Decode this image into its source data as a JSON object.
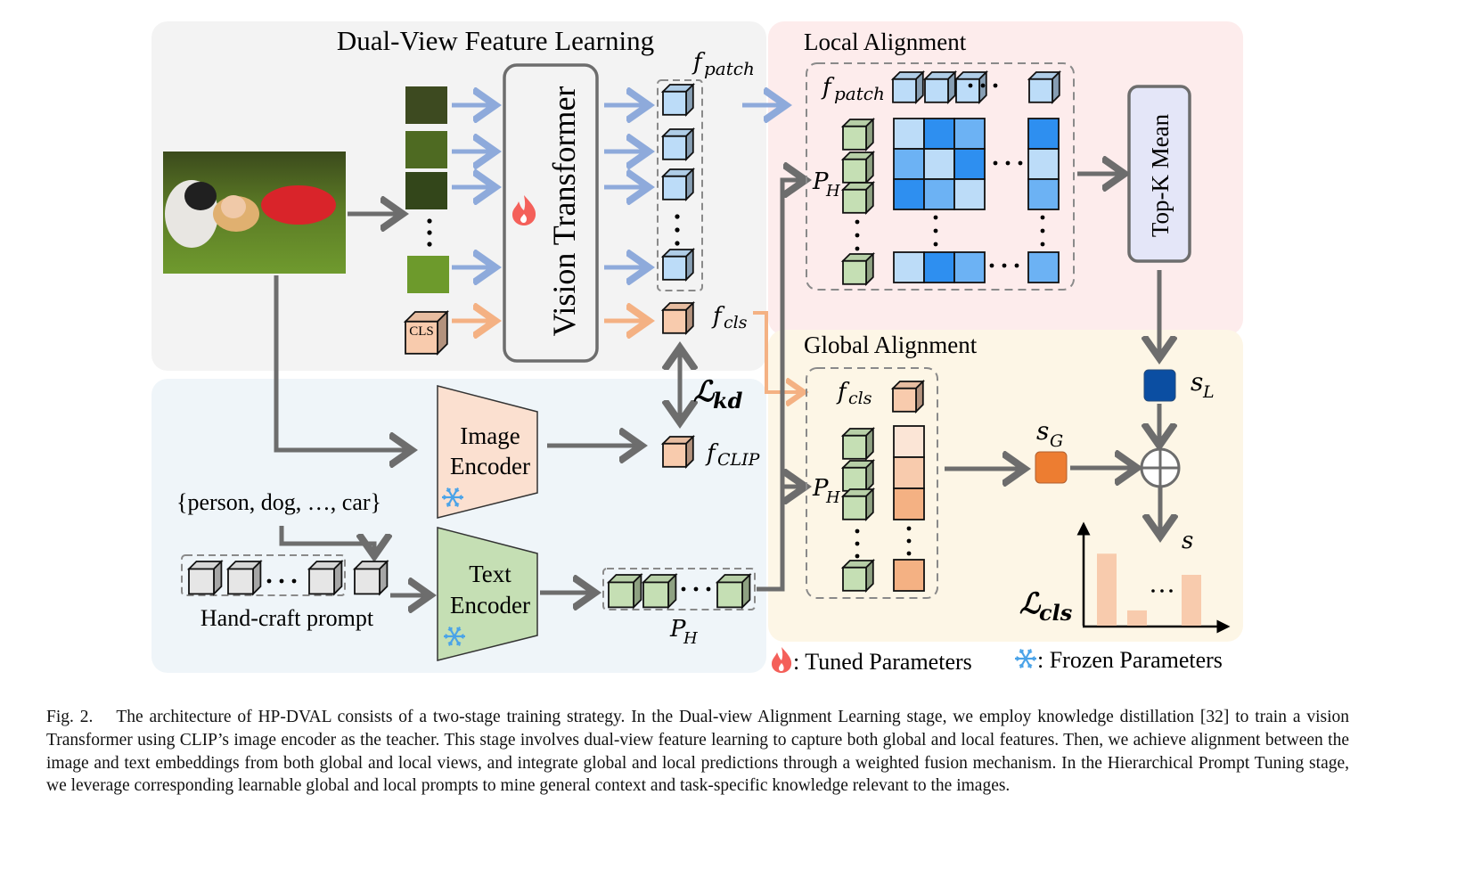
{
  "panels": {
    "dual_view": {
      "title": "Dual-View Feature Learning",
      "color": "#f3f3f3"
    },
    "local": {
      "title": "Local Alignment",
      "color": "#fdecec"
    },
    "global": {
      "title": "Global Alignment",
      "color": "#fdf6e6"
    },
    "encoders": {
      "color": "#eff5f9"
    }
  },
  "vit": {
    "label": "Vision Transformer",
    "tuned": true
  },
  "image_encoder": {
    "line1": "Image",
    "line2": "Encoder",
    "frozen": true
  },
  "text_encoder": {
    "line1": "Text",
    "line2": "Encoder",
    "frozen": true
  },
  "top_k": {
    "label": "Top-K Mean"
  },
  "cls_token": {
    "label": "CLS"
  },
  "classes_text": "{person, dog, …, car}",
  "prompt_label": "Hand-craft prompt",
  "symbols": {
    "f_patch": {
      "base": "f",
      "sub": "patch"
    },
    "f_cls": {
      "base": "f",
      "sub": "cls"
    },
    "f_clip": {
      "base": "f",
      "sub": "CLIP"
    },
    "p_h": {
      "base": "P",
      "sub": "H"
    },
    "l_kd": {
      "base": "ℒ",
      "sub": "kd"
    },
    "l_cls": {
      "base": "ℒ",
      "sub": "cls"
    },
    "s_l": {
      "base": "s",
      "sub": "L"
    },
    "s_g": {
      "base": "s",
      "sub": "G"
    },
    "s": {
      "base": "s",
      "sub": ""
    }
  },
  "legend": {
    "tuned": ": Tuned Parameters",
    "frozen": ": Frozen Parameters"
  },
  "colors": {
    "arrow_gray": "#6d6d6d",
    "arrow_blue": "#8eaadb",
    "arrow_orange": "#f4b183",
    "cube_blue": "#bcdcf8",
    "cube_green": "#c5dfb4",
    "cube_orange": "#f8cbad",
    "cube_gray": "#e6e6e6",
    "s_l": "#0b4ea2",
    "s_g": "#ed7d31",
    "flame": "#f4605a",
    "snow": "#4aa3e8"
  },
  "sim_matrix": [
    [
      "#bcdcf8",
      "#2e8ff0",
      "#6cb2f4",
      "#2e8ff0"
    ],
    [
      "#6cb2f4",
      "#bcdcf8",
      "#2e8ff0",
      "#bcdcf8"
    ],
    [
      "#2e8ff0",
      "#6cb2f4",
      "#bcdcf8",
      "#6cb2f4"
    ],
    [
      "#bcdcf8",
      "#2e8ff0",
      "#6cb2f4",
      "#6cb2f4"
    ]
  ],
  "global_scores": [
    "#fbe5d6",
    "#f8cbad",
    "#f4b183",
    "#f4b183"
  ],
  "loss_bars": [
    0.85,
    0.18,
    0.6
  ],
  "caption": {
    "fig": "Fig. 2.",
    "text": "The architecture of HP-DVAL consists of a two-stage training strategy. In the Dual-view Alignment Learning stage, we employ knowledge distillation [32] to train a vision Transformer using CLIP’s image encoder as the teacher. This stage involves dual-view feature learning to capture both global and local features. Then, we achieve alignment between the image and text embeddings from both global and local views, and integrate global and local predictions through a weighted fusion mechanism. In the Hierarchical Prompt Tuning stage, we leverage corresponding learnable global and local prompts to mine general context and task-specific knowledge relevant to the images."
  }
}
